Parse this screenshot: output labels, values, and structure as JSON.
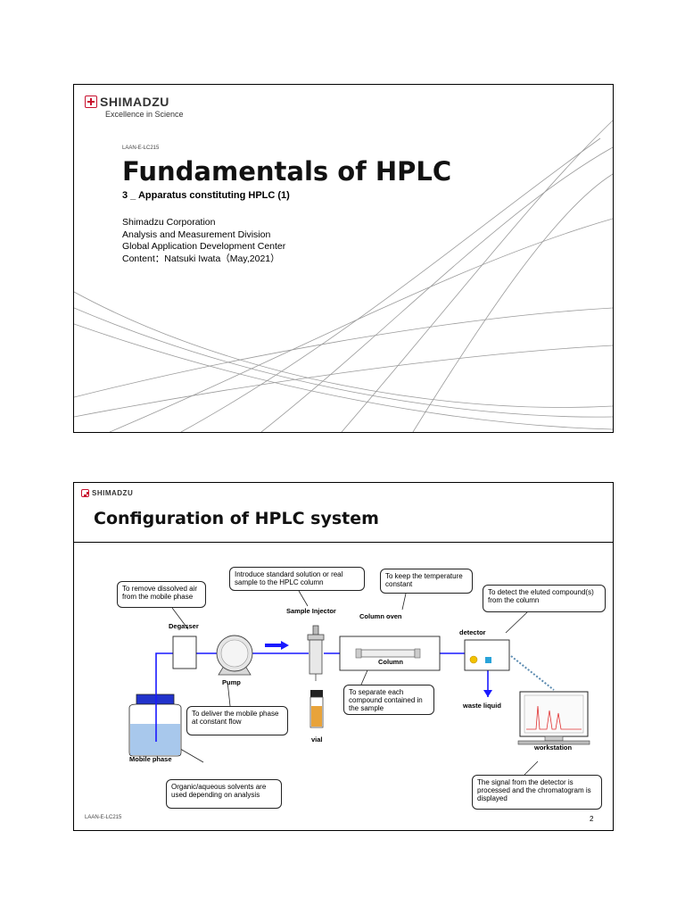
{
  "slide1": {
    "logo_text": "SHIMADZU",
    "tagline": "Excellence in Science",
    "doc_code": "LAAN-E-LC215",
    "title": "Fundamentals of HPLC",
    "subtitle": "3 _ Apparatus constituting HPLC (1)",
    "author_lines": [
      "Shimadzu Corporation",
      "Analysis and Measurement Division",
      "Global Application Development Center",
      "Content：Natsuki Iwata（May,2021）"
    ]
  },
  "slide2": {
    "logo_text": "SHIMADZU",
    "title": "Configuration of HPLC system",
    "footer_code": "LAAN-E-LC215",
    "page_number": "2",
    "labels": {
      "degasser": "Degasser",
      "pump": "Pump",
      "sample_injector": "Sample Injector",
      "column_oven": "Column oven",
      "column": "Column",
      "detector": "detector",
      "waste_liquid": "waste liquid",
      "vial": "vial",
      "mobile_phase": "Mobile phase",
      "workstation": "workstation"
    },
    "callouts": {
      "degasser": "To remove dissolved air from the mobile phase",
      "injector": "Introduce standard solution or real sample to the HPLC column",
      "oven": "To keep the temperature constant",
      "detector": "To detect the eluted compound(s) from the column",
      "column": "To separate each compound contained in the sample",
      "pump": "To deliver the mobile phase at constant flow",
      "mobile_phase": "Organic/aqueous solvents are used depending on analysis",
      "workstation": "The signal from the detector is processed and the chromatogram is displayed"
    },
    "colors": {
      "flow_line": "#1a1aff",
      "vial_liquid": "#e8a33a",
      "detector_lamp": "#f2c200",
      "detector_cell": "#29a3d9",
      "peaks": "#e03030"
    }
  }
}
